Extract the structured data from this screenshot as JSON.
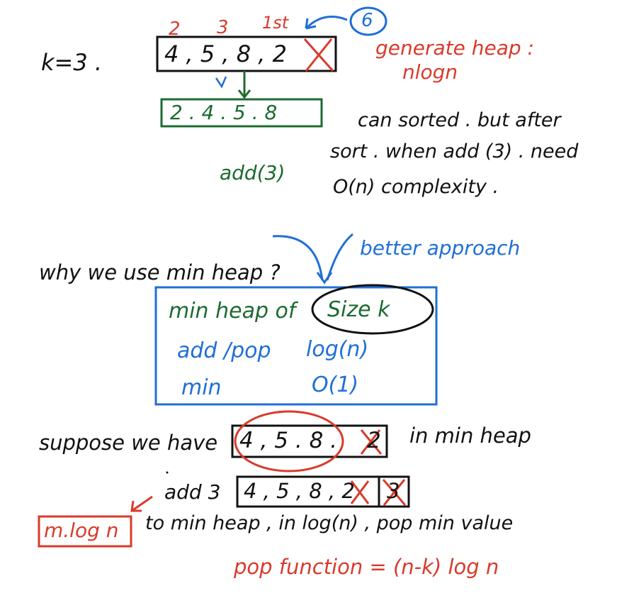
{
  "colors": {
    "ink": "#111111",
    "red": "#d93a2b",
    "green": "#1c6b30",
    "blue": "#1f6fd6"
  },
  "top": {
    "k_label": "k=3 .",
    "index_labels": [
      "2",
      "3",
      "1st"
    ],
    "circled_number": "6",
    "array_values": "4 , 5 , 8 , 2",
    "crossed_value": "X",
    "generate_heap": "generate heap :",
    "generate_cost": "nlogn",
    "sorted_array": "2 . 4 . 5 . 8",
    "note_line1": "can sorted . but after",
    "note_line2": "sort . when add (3) . need",
    "note_line3": "O(n) complexity .",
    "add_label": "add(3)"
  },
  "question": {
    "why": "why we use min heap ?",
    "better": "better approach"
  },
  "heap_box": {
    "line1_a": "min heap of",
    "line1_b": "Size  k",
    "row2_label": "add /pop",
    "row2_value": "log(n)",
    "row3_label": "min",
    "row3_value": "O(1)"
  },
  "bottom": {
    "suppose": "suppose we have",
    "heap_values": "4 , 5 . 8 .",
    "crossed_tail": "2",
    "in_min_heap": "in min heap",
    "add3": "add 3",
    "array2": "4 , 5 , 8 , 2",
    "new_value": "3",
    "mlogn": "m.log n",
    "to_min_heap": "to min heap , in log(n) , pop min value",
    "pop_function": "pop function = (n-k) log n"
  }
}
